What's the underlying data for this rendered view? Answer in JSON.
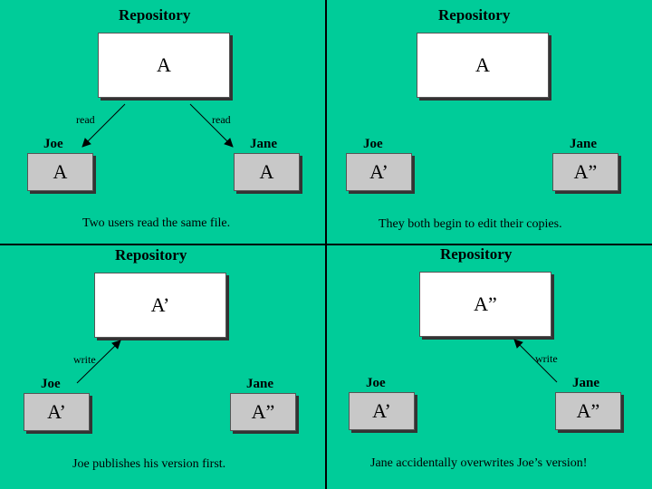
{
  "panels": [
    {
      "title": "Repository",
      "repo_value": "A",
      "joe_label": "Joe",
      "jane_label": "Jane",
      "joe_value": "A",
      "jane_value": "A",
      "arrow_labels": [
        "read",
        "read"
      ],
      "caption": "Two users read the same file."
    },
    {
      "title": "Repository",
      "repo_value": "A",
      "joe_label": "Joe",
      "jane_label": "Jane",
      "joe_value": "A’",
      "jane_value": "A”",
      "arrow_labels": [],
      "caption": "They both begin to edit their copies."
    },
    {
      "title": "Repository",
      "repo_value": "A’",
      "joe_label": "Joe",
      "jane_label": "Jane",
      "joe_value": "A’",
      "jane_value": "A”",
      "arrow_labels": [
        "write"
      ],
      "caption": "Joe publishes his version first."
    },
    {
      "title": "Repository",
      "repo_value": "A”",
      "joe_label": "Joe",
      "jane_label": "Jane",
      "joe_value": "A’",
      "jane_value": "A”",
      "arrow_labels": [
        "write"
      ],
      "caption": "Jane accidentally overwrites Joe’s version!"
    }
  ],
  "colors": {
    "background": "#00cc99",
    "repo_fill": "#ffffff",
    "user_fill": "#c8c8c8",
    "divider": "#000000"
  }
}
